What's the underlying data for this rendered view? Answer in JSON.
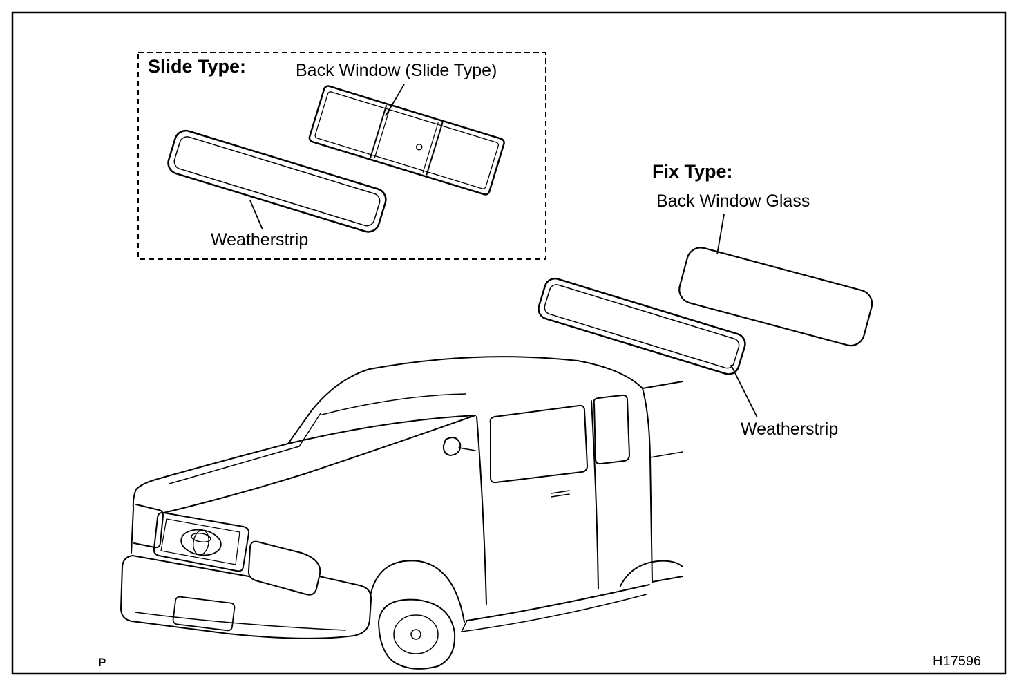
{
  "colors": {
    "line": "#000000",
    "background": "#ffffff"
  },
  "figure": {
    "slide_type": {
      "heading": "Slide Type:",
      "back_window_label": "Back Window (Slide Type)",
      "weatherstrip_label": "Weatherstrip"
    },
    "fix_type": {
      "heading": "Fix Type:",
      "back_window_label": "Back Window Glass",
      "weatherstrip_label": "Weatherstrip"
    },
    "page_marker": "P",
    "figure_code": "H17596"
  }
}
